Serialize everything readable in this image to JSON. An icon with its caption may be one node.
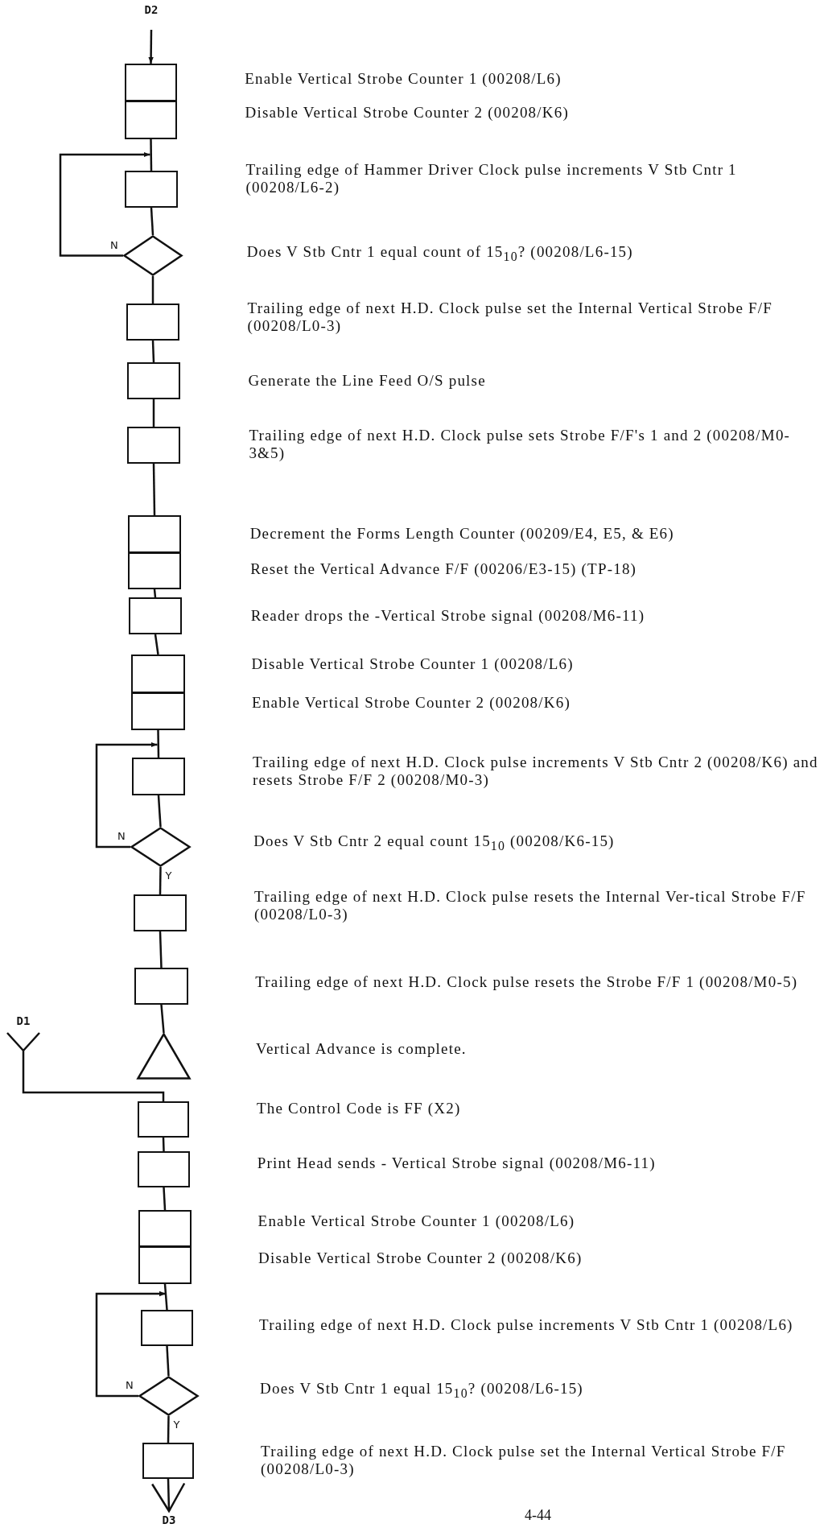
{
  "diagram": {
    "nodes": [
      {
        "text": [
          "D2"
        ]
      },
      {
        "text": [],
        "shape": "box"
      },
      {
        "text": [],
        "shape": "box"
      },
      {
        "text": [],
        "shape": "box"
      },
      {
        "text": [],
        "shape": "diamond"
      },
      {
        "text": [],
        "shape": "box"
      },
      {
        "text": [],
        "shape": "box"
      },
      {
        "text": [],
        "shape": "box"
      },
      {
        "text": [],
        "shape": "box"
      },
      {
        "text": [],
        "shape": "box"
      },
      {
        "text": [],
        "shape": "box"
      },
      {
        "text": [],
        "shape": "box"
      },
      {
        "text": [],
        "shape": "box"
      },
      {
        "text": [],
        "shape": "box"
      },
      {
        "text": [],
        "shape": "diamond"
      },
      {
        "text": [],
        "shape": "box"
      },
      {
        "text": [],
        "shape": "box"
      },
      {
        "text": [],
        "shape": "triangle"
      },
      {
        "text": [
          "D1"
        ]
      },
      {
        "text": [],
        "shape": "box"
      },
      {
        "text": [],
        "shape": "box"
      },
      {
        "text": [],
        "shape": "box"
      },
      {
        "text": [],
        "shape": "box"
      },
      {
        "text": [],
        "shape": "box"
      },
      {
        "text": [],
        "shape": "diamond"
      },
      {
        "text": [],
        "shape": "box"
      },
      {
        "text": [
          "D3"
        ]
      }
    ],
    "edges": [
      {
        "from": 0,
        "to": 1,
        "arrow": "to"
      },
      {
        "from": 2,
        "to": 3,
        "arrow": "none"
      },
      {
        "from": 3,
        "to": 4,
        "arrow": "none"
      },
      {
        "from": 4,
        "to": 3,
        "arrow": "to",
        "label": "N"
      },
      {
        "from": 4,
        "to": 5,
        "arrow": "none"
      },
      {
        "from": 5,
        "to": 6,
        "arrow": "none"
      },
      {
        "from": 6,
        "to": 7,
        "arrow": "none"
      },
      {
        "from": 7,
        "to": 8,
        "arrow": "none"
      },
      {
        "from": 9,
        "to": 10,
        "arrow": "none"
      },
      {
        "from": 10,
        "to": 11,
        "arrow": "none"
      },
      {
        "from": 12,
        "to": 13,
        "arrow": "none"
      },
      {
        "from": 13,
        "to": 14,
        "arrow": "none"
      },
      {
        "from": 14,
        "to": 13,
        "arrow": "to",
        "label": "N"
      },
      {
        "from": 14,
        "to": 15,
        "arrow": "none",
        "label": "Y"
      },
      {
        "from": 15,
        "to": 16,
        "arrow": "none"
      },
      {
        "from": 16,
        "to": 17,
        "arrow": "none"
      },
      {
        "from": 18,
        "to": 19,
        "arrow": "none"
      },
      {
        "from": 19,
        "to": 20,
        "arrow": "none"
      },
      {
        "from": 20,
        "to": 21,
        "arrow": "none"
      },
      {
        "from": 22,
        "to": 23,
        "arrow": "none"
      },
      {
        "from": 23,
        "to": 24,
        "arrow": "none"
      },
      {
        "from": 24,
        "to": 23,
        "arrow": "to",
        "label": "N"
      },
      {
        "from": 24,
        "to": 25,
        "arrow": "none",
        "label": "Y"
      },
      {
        "from": 25,
        "to": 26,
        "arrow": "to"
      }
    ],
    "labels": [
      "Enable Vertical Strobe  Counter 1 (00208/L6)",
      "Disable Vertical Strobe Counter 2 (00208/K6)",
      "Trailing edge of Hammer Driver  Clock pulse increments V Stb Cntr 1 (00208/L6-2)",
      "Does V  Stb Cntr 1 equal count of 15$_{10}$? (00208/L6-15)",
      "Trailing edge of next H.D. Clock pulse set the Internal  Vertical Strobe F/F (00208/L0-3)",
      "Generate the Line Feed O/S pulse",
      "Trailing edge of next H.D. Clock pulse sets Strobe F/F's 1 and 2 (00208/M0-3&5)",
      "Decrement the Forms Length Counter (00209/E4, E5, & E6)",
      "Reset the Vertical Advance F/F (00206/E3-15) (TP-18)",
      "Reader drops the -Vertical Strobe signal (00208/M6-11)",
      "Disable Vertical Strobe Counter 1 (00208/L6)",
      "Enable Vertical Strobe Counter 2 (00208/K6)",
      "Trailing edge of next H.D. Clock pulse increments V Stb Cntr 2 (00208/K6) and resets Strobe F/F 2 (00208/M0-3)",
      "Does V Stb Cntr 2 equal count 15$_{10}$ (00208/K6-15)",
      "Trailing edge of next H.D. Clock pulse resets the Internal Ver-tical Strobe F/F (00208/L0-3)",
      "Trailing edge of next H.D. Clock pulse resets the Strobe F/F 1 (00208/M0-5)",
      "Vertical Advance  is complete.",
      "The Control Code is FF (X2)",
      "Print Head sends - Vertical Strobe signal (00208/M6-11)",
      "Enable Vertical Strobe Counter 1 (00208/L6)",
      "Disable Vertical Strobe Counter 2 (00208/K6)",
      "Trailing edge of next H.D. Clock pulse increments V Stb Cntr 1 (00208/L6)",
      "Does V Stb Cntr 1 equal 15$_{10}$? (00208/L6-15)",
      "Trailing edge of next H.D. Clock pulse set the Internal Vertical Strobe F/F (00208/L0-3)",
      "4-44"
    ]
  }
}
